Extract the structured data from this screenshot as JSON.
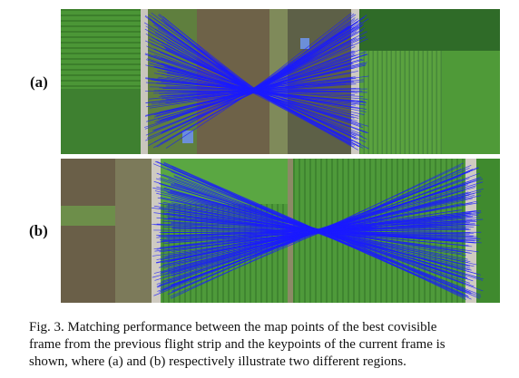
{
  "figure": {
    "panels": [
      {
        "label": "(a)"
      },
      {
        "label": "(b)"
      }
    ],
    "caption_lines": [
      "Fig. 3.   Matching performance between the map points of the best covisible",
      "frame from the previous flight strip and the keypoints of the current frame is",
      "shown, where (a) and (b) respectively illustrate two different regions."
    ],
    "colors": {
      "match_line": "#1a1aff",
      "field_green": "#3f8a2e",
      "water_brown": "#6e6248",
      "road_gray": "#c9c6bd"
    }
  }
}
